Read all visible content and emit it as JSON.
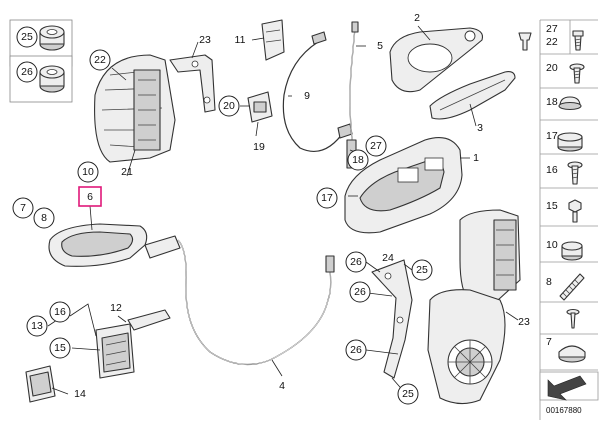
{
  "callouts": {
    "c1": "1",
    "c2": "2",
    "c3": "3",
    "c4": "4",
    "c5": "5",
    "c6": "6",
    "c7": "7",
    "c8": "8",
    "c9": "9",
    "c10": "10",
    "c11": "11",
    "c12": "12",
    "c13": "13",
    "c14": "14",
    "c15": "15",
    "c16": "16",
    "c17": "17",
    "c18": "18",
    "c19": "19",
    "c20": "20",
    "c21": "21",
    "c22": "22",
    "c23": "23",
    "c24": "24",
    "c25": "25",
    "c26": "26",
    "c27": "27"
  },
  "sidebar_right": [
    "27",
    "22",
    "20",
    "18",
    "17",
    "16",
    "15",
    "10",
    "8",
    "7"
  ],
  "sidebar_left": [
    "25",
    "26"
  ],
  "reference_number": "00167880",
  "highlight_color": "#e0187a"
}
